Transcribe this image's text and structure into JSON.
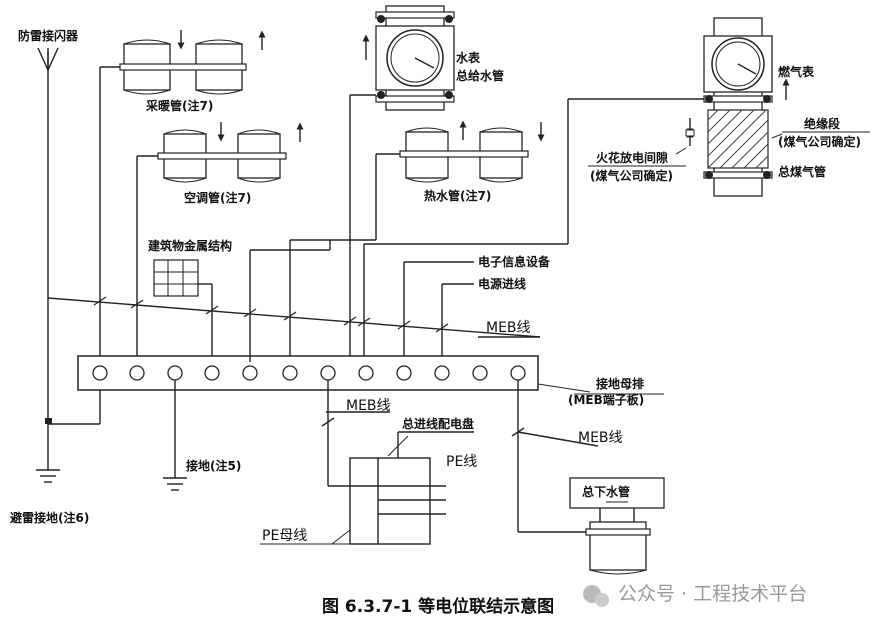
{
  "labels": {
    "lightning_rod": "防雷接闪器",
    "heating_pipe": "采暖管(注7)",
    "ac_pipe": "空调管(注7)",
    "water_meter": "水表",
    "main_water_pipe": "总给水管",
    "hot_water_pipe": "热水管(注7)",
    "building_metal": "建筑物金属结构",
    "gas_meter": "燃气表",
    "insulation_section": "绝缘段",
    "insulation_note": "(煤气公司确定)",
    "spark_gap": "火花放电间隙",
    "spark_gap_note": "(煤气公司确定)",
    "main_gas_pipe": "总煤气管",
    "electronic_equipment": "电子信息设备",
    "power_incoming": "电源进线",
    "meb_line_top": "MEB线",
    "grounding_busbar": "接地母排",
    "meb_terminal": "(MEB端子板)",
    "meb_line_left": "MEB线",
    "main_distribution_board": "总进线配电盘",
    "pe_line": "PE线",
    "meb_line_right": "MEB线",
    "main_drain_pipe": "总下水管",
    "lightning_grounding": "避雷接地(注6)",
    "grounding": "接地(注5)",
    "pe_busbar": "PE母线"
  },
  "caption": "图 6.3.7-1 等电位联结示意图",
  "watermark": "公众号 · 工程技术平台"
}
